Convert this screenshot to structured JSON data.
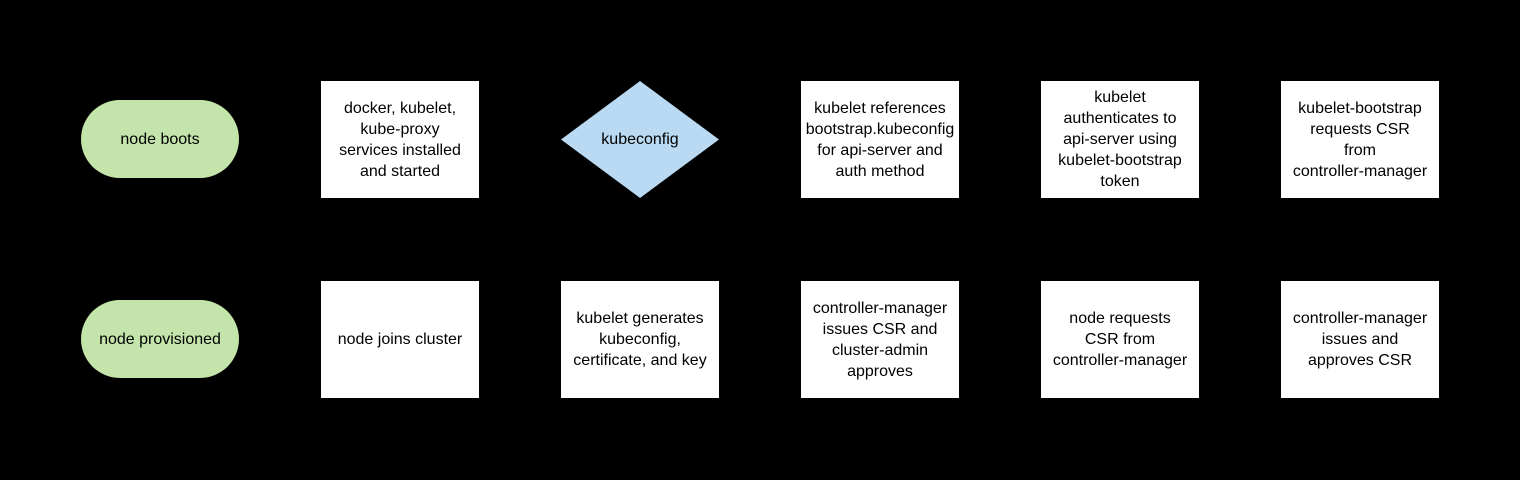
{
  "colors": {
    "background": "#000000",
    "terminator_fill": "#c3e5ac",
    "process_fill": "#ffffff",
    "decision_fill": "#b9daf2",
    "text": "#000000"
  },
  "nodes": [
    {
      "id": "node-boots",
      "shape": "terminator",
      "label": "node boots"
    },
    {
      "id": "services-installed",
      "shape": "process",
      "label": "docker, kubelet,\nkube-proxy\nservices installed\nand started"
    },
    {
      "id": "kubeconfig-decision",
      "shape": "decision",
      "label": "kubeconfig"
    },
    {
      "id": "kubelet-references-bootstrap-kubeconfig",
      "shape": "process",
      "label": "kubelet references\nbootstrap.kubeconfig\nfor api-server and\nauth method"
    },
    {
      "id": "kubelet-authenticates",
      "shape": "process",
      "label": "kubelet\nauthenticates to\napi-server using\nkubelet-bootstrap\ntoken"
    },
    {
      "id": "kubelet-bootstrap-requests-csr",
      "shape": "process",
      "label": "kubelet-bootstrap\nrequests CSR\nfrom\ncontroller-manager"
    },
    {
      "id": "node-provisioned",
      "shape": "terminator",
      "label": "node provisioned"
    },
    {
      "id": "node-joins-cluster",
      "shape": "process",
      "label": "node joins cluster"
    },
    {
      "id": "kubelet-generates-kubeconfig",
      "shape": "process",
      "label": "kubelet generates\nkubeconfig,\ncertificate, and key"
    },
    {
      "id": "controller-manager-issues-csr",
      "shape": "process",
      "label": "controller-manager\nissues CSR and\ncluster-admin\napproves"
    },
    {
      "id": "node-requests-csr",
      "shape": "process",
      "label": "node requests\nCSR from\ncontroller-manager"
    },
    {
      "id": "controller-manager-approves-csr",
      "shape": "process",
      "label": "controller-manager\nissues and\napproves CSR"
    }
  ]
}
